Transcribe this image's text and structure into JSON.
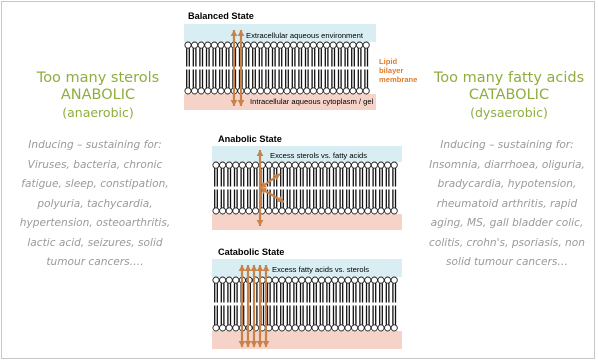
{
  "diagram": {
    "balanced": {
      "title": "Balanced State",
      "top_label": "Extracellular aqueous environment",
      "bottom_label": "Intracellular aqueous cytoplasm / gel",
      "lipid_label": [
        "Lipid",
        "bilayer",
        "membrane"
      ]
    },
    "anabolic": {
      "title": "Anabolic State",
      "top_label": "Excess sterols vs. fatty acids"
    },
    "catabolic": {
      "title": "Catabolic State",
      "top_label": "Excess fatty acids vs. sterols"
    }
  },
  "left_panel": {
    "title": "Too many sterols",
    "state": "ANABOLIC",
    "mode": "(anaerobic)",
    "lines": [
      "Inducing – sustaining for:",
      "Viruses, bacteria, chronic",
      "fatigue, sleep, constipation,",
      "polyuria, tachycardia,",
      "hypertension, osteoarthritis,",
      "lactic acid, seizures, solid",
      "tumour cancers…."
    ]
  },
  "right_panel": {
    "title": "Too many fatty acids",
    "state": "CATABOLIC",
    "mode": "(dysaerobic)",
    "lines": [
      "Inducing – sustaining for:",
      "Insomnia, diarrhoea, oliguria,",
      "bradycardia, hypotension,",
      "rheumatoid arthritis,  rapid",
      "aging, MS, gall bladder colic,",
      "colitis, crohn's, psoriasis, non",
      "solid tumour cancers…"
    ]
  },
  "colors": {
    "green_heading": "#8fae3f",
    "gray_text": "#9a9a9a",
    "arrow": "#c8824a",
    "top_band": "#d8eef2",
    "bottom_band": "#f6d3c8",
    "lipid_label": "#e07c27"
  }
}
